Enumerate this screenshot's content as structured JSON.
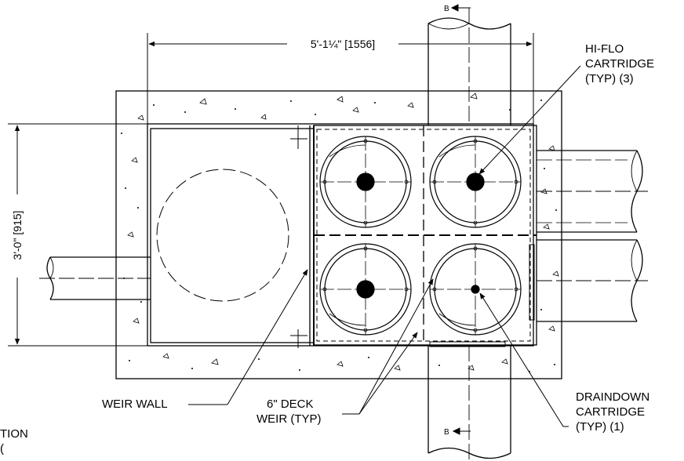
{
  "dimensions": {
    "width_label": "5'-1¼\" [1556]",
    "height_label": "3'-0\" [915]"
  },
  "section_marker": "B",
  "labels": {
    "hiflo": [
      "HI-FLO",
      "CARTRIDGE",
      "(TYP) (3)"
    ],
    "draindown": [
      "DRAINDOWN",
      "CARTRIDGE",
      "(TYP) (1)"
    ],
    "weir_wall": "WEIR WALL",
    "deck_weir": [
      "6\" DECK",
      "WEIR (TYP)"
    ],
    "cut_off_left": [
      "TION",
      "("
    ]
  }
}
